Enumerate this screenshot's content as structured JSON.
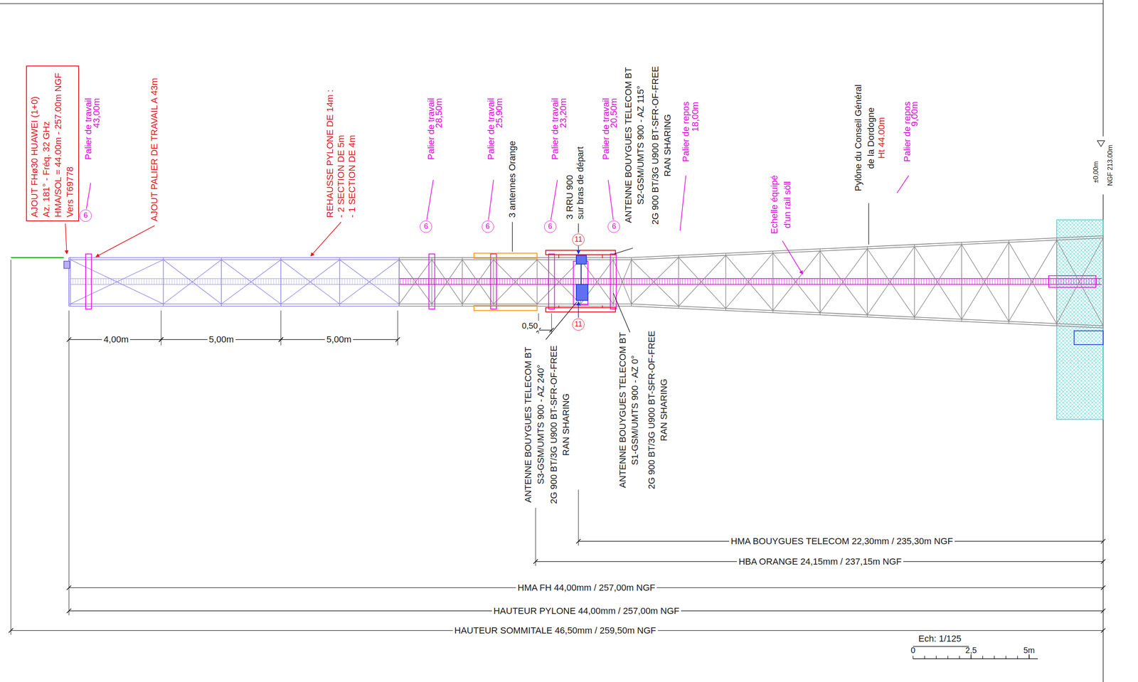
{
  "diagram": {
    "nodes": [
      {
        "text": [
          "AJOUT FHø30 HUAWEI (1+0)",
          "Az. 181° - Fréq. 32 GHz",
          "HMA/SOL = 44.00m - 257.00m NGF",
          "Vers T69778"
        ]
      }
    ],
    "labels": [
      "Palier de travail",
      "43,00m",
      "6",
      "AJOUT PALIER DE TRAVAIL A 43m",
      "REHAUSSE PYLONE DE 14m :",
      "- 2 SECTION DE 5m",
      "- 1 SECTION DE 4m",
      "Palier de travail",
      "28,50m",
      "6",
      "Palier de travail",
      "25,90m",
      "6",
      "3 antennes Orange",
      "Palier de travail",
      "23,20m",
      "6",
      "3 RRU 900",
      "sur bras de départ",
      "Palier de travail",
      "20,50m",
      "6",
      "ANTENNE BOUYGUES TELECOM BT",
      "S2-GSM/UMTS 900 - AZ 115°",
      "2G 900 BT/3G U900 BT-SFR-OF-FREE",
      "RAN SHARING",
      "Palier de repos",
      "18,00m",
      "Echelle équipé",
      "d'un rail söll",
      "Pylône du Conseil Général",
      "de la Dordogne",
      "Ht 44.00m",
      "Palier de repos",
      "9,00m",
      "±0,00m",
      "NGF 213.00m",
      "ANTENNE BOUYGUES TELECOM BT",
      "S3-GSM/UMTS 900 - AZ 240°",
      "2G 900 BT/3G U900 BT-SFR-OF-FREE",
      "RAN SHARING",
      "ANTENNE BOUYGUES TELECOM BT",
      "S1-GSM/UMTS 900 - AZ 0°",
      "2G 900 BT/3G U900 BT-SFR-OF-FREE",
      "RAN SHARING",
      "11",
      "11",
      "4,00m",
      "5,00m",
      "5,00m",
      "0,50",
      "HMA BOUYGUES TELECOM 22,30mm / 235,30m NGF",
      "HBA ORANGE 24,15mm / 237,15m NGF",
      "HMA FH 44,00mm / 257,00m NGF",
      "HAUTEUR PYLONE 44,00mm / 257,00m NGF",
      "HAUTEUR SOMMITALE 46,50mm / 259,50m NGF",
      "Ech: 1/125",
      "0",
      "2,5",
      "5m"
    ]
  }
}
